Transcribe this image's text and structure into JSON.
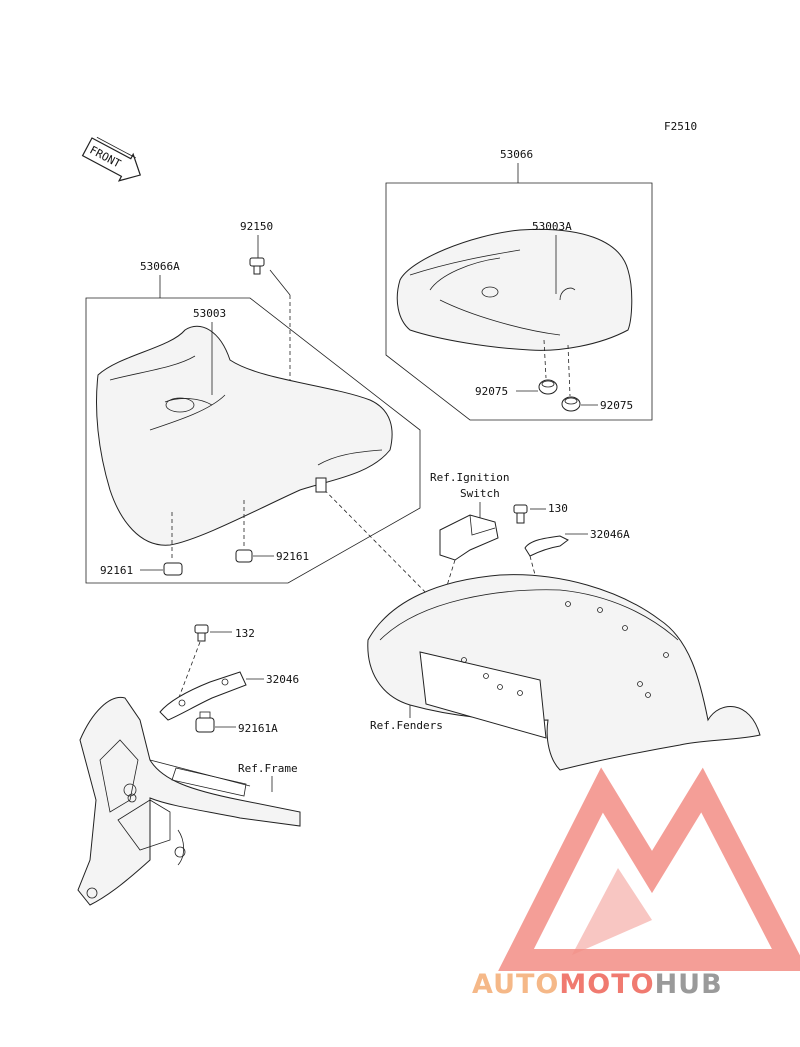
{
  "figure_code": "F2510",
  "front_badge": "FRONT",
  "parts": {
    "p53066": "53066",
    "p53003A": "53003A",
    "p92075_left": "92075",
    "p92075_right": "92075",
    "p92150": "92150",
    "p53066A": "53066A",
    "p53003": "53003",
    "p92161_left": "92161",
    "p92161_right": "92161",
    "p130": "130",
    "p32046A": "32046A",
    "p132": "132",
    "p32046": "32046",
    "p92161A": "92161A"
  },
  "references": {
    "ignition_line1": "Ref.Ignition",
    "ignition_line2": "Switch",
    "fenders": "Ref.Fenders",
    "frame": "Ref.Frame"
  },
  "watermark": {
    "part1": "AUTO",
    "part2": "MOTO",
    "part3": "HUB",
    "color_orange": "#f5b888",
    "color_red": "#f07a70",
    "color_gray": "#9a9a9a"
  }
}
